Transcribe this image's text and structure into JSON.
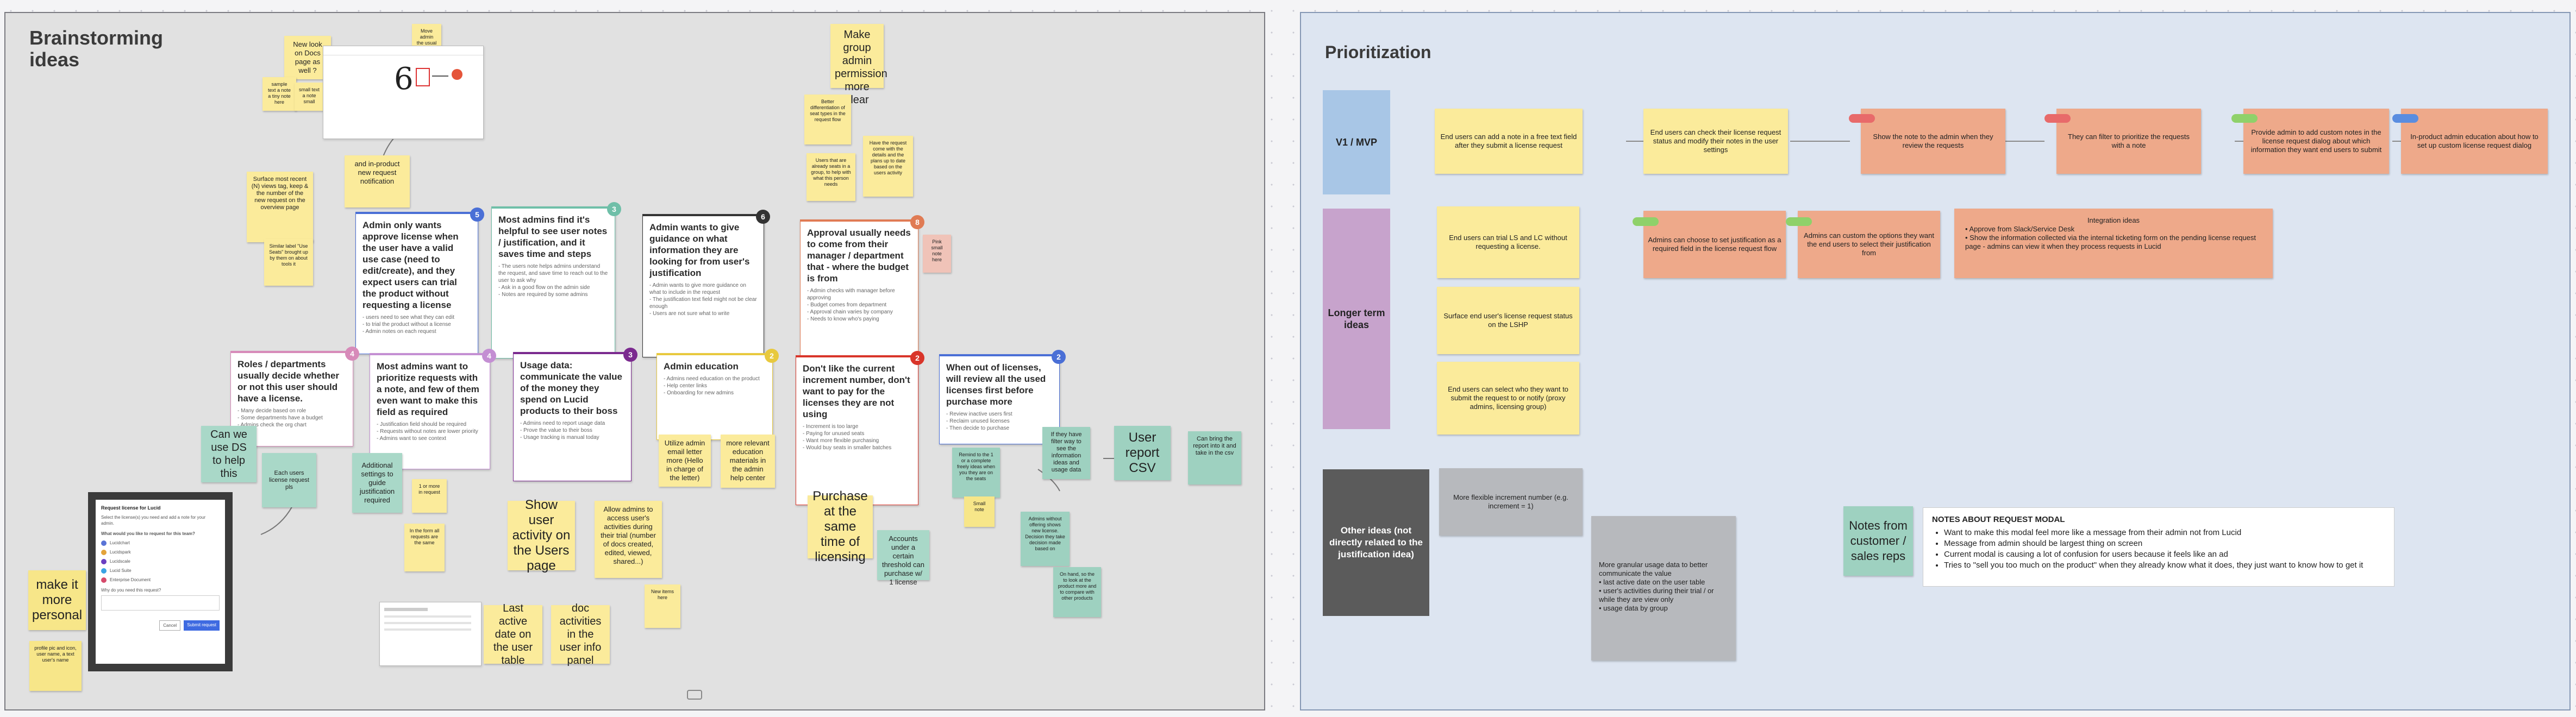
{
  "colors": {
    "orange_badge": "#e07b54",
    "blue_badge": "#4a6fd6",
    "purple_badge": "#7b2a8f",
    "dark_badge": "#333333",
    "red_badge": "#d9352a",
    "pink_badge": "#d78ab9",
    "teal_badge": "#6fbfa8",
    "yellow_badge": "#e8c93e",
    "tag_red": "#e86a6a",
    "tag_green": "#8fd16a",
    "tag_blue": "#5a8de0"
  },
  "brainstorm": {
    "title": "Brainstorming\nideas",
    "stickies": {
      "new_look": "New look on Docs page as well ?",
      "about_menu": "Move admin the usual list",
      "tiny_1": "sample text a note a tiny note here",
      "tiny_2": "small text a note small",
      "make_group": "Make group admin permission more clear",
      "mid_small_1": "Better differentiation of seat types in the request flow",
      "mid_small_2": "Users that are already seats in a group, to help with what this person needs",
      "mid_small_3": "Have the request come with the details and the plans up to date based on the users activity",
      "in_product": "and in-product new request notification",
      "surface_most": "Surface most recent (N) views tag, keep & the number of the new request on the overview page",
      "similar_text": "Similar label \"Use Seats\" brought up by them on about tools it",
      "pink_small": "Pink small note here",
      "can_we_use": "Can we use DS to help this",
      "each_users": "Each users license request pls",
      "additional": "Additional settings to guide justification required",
      "yellow_tiny_1": "1 or more in request",
      "yellow_tiny_2": "In the form all requests are the same",
      "make_personal": "make it more personal",
      "profile_pic": "profile pic and icon, user name, a text user's name",
      "show_user": "Show user activity on the Users page",
      "allow_admins": "Allow admins to access user's activities during their trial (number of docs created, edited, viewed, shared...)",
      "last_active": "Last active date on the user table",
      "doc_activities": "doc activities in the user info panel",
      "small_under": "New items here",
      "utilize": "Utilize admin email letter more (Hello in charge of the letter)",
      "more_relevant": "more relevant education materials in the admin help center",
      "purchase": "Purchase at the same time of licensing",
      "accounts_under": "Accounts under a certain threshold can purchase w/ 1 license",
      "remind_seats": "Remind to the 1 or a complete freely ideas when you they are on the seats",
      "if_they": "If they have filter way to see the information ideas and usage data",
      "user_report": "User report CSV",
      "can_bring": "Can bring the report into it and take in the csv",
      "admins_without": "Admins without offering shows new license. Decision they take decision made based on",
      "on_hand": "On hand, so the to look at the product more and to compare with other products",
      "tiny_orange": "Small note"
    },
    "cards": {
      "c5": {
        "title": "Admin only wants approve license when the user have a valid use case (need to edit/create), and they expect users can trial the product without requesting a license",
        "body": "- users need to see what they can edit\n- to trial the product without a license\n- Admin notes on each request",
        "badge": "5"
      },
      "c3": {
        "title": "Most admins find it's helpful to see user notes / justification, and it saves time and steps",
        "body": "- The users note helps admins understand the request, and save time to reach out to the user to ask why\n- Ask in a good flow on the admin side\n- Notes are required by some admins",
        "badge": "3"
      },
      "c6": {
        "title": "Admin wants to give guidance on what information they are looking for from user's justification",
        "body": "- Admin wants to give more guidance on what to include in the request\n- The justification text field might not be clear enough\n- Users are not sure what to write",
        "badge": "6"
      },
      "c8": {
        "title": "Approval usually needs to come from their manager / department that - where the budget is from",
        "body": "- Admin checks with manager before approving\n- Budget comes from department\n- Approval chain varies by company\n- Needs to know who's paying",
        "badge": "8"
      },
      "c4": {
        "title": "Roles / departments usually decide whether or not this user should have a license.",
        "body": "- Many decide based on role\n- Some departments have a budget\n- Admins check the org chart",
        "badge": "4"
      },
      "c4b": {
        "title": "Most admins want to prioritize requests with a note, and few of them even want to make this field as required",
        "body": "- Justification field should be required\n- Requests without notes are lower priority\n- Admins want to see context",
        "badge": "4"
      },
      "c3b": {
        "title": "Usage data: communicate the value of the money they spend on Lucid products to their boss",
        "body": "- Admins need to report usage data\n- Prove the value to their boss\n- Usage tracking is manual today",
        "badge": "3"
      },
      "c2": {
        "title": "Admin education",
        "body": "- Admins need education on the product\n- Help center links\n- Onboarding for new admins",
        "badge": "2"
      },
      "c2b": {
        "title": "Don't like the current increment number, don't want to pay for the licenses they are not using",
        "body": "- Increment is too large\n- Paying for unused seats\n- Want more flexible purchasing\n- Would buy seats in smaller batches",
        "badge": "2"
      },
      "c2c": {
        "title": "When out of licenses, will review all the used licenses first before purchase more",
        "body": "- Review inactive users first\n- Reclaim unused licenses\n- Then decide to purchase",
        "badge": "2"
      }
    },
    "modal": {
      "title": "Request license for Lucid",
      "intro": "Select the license(s) you need and add a note for your admin.",
      "question": "What would you like to request for this team?",
      "options": [
        "Lucidchart",
        "Lucidspark",
        "Lucidscale",
        "Lucid Suite",
        "Enterprise Document"
      ],
      "note_label": "Why do you need this request?",
      "cancel": "Cancel",
      "submit": "Submit request"
    },
    "doc_tool_text": "6"
  },
  "prioritization": {
    "title": "Prioritization",
    "rows": {
      "v1": "V1 / MVP",
      "longer": "Longer term ideas",
      "other": "Other ideas (not directly related to the justification idea)"
    },
    "v1_items": [
      "End users can add a note in a free text field after they submit a license request",
      "End users can check their license request status and modify their notes in the user settings",
      "Show the note to the admin when they review the requests",
      "They can filter to prioritize the requests with a note",
      "Provide admin to add custom notes in the license request dialog about which information they want end users to submit",
      "In-product admin education about how to set up custom license request dialog"
    ],
    "longer_items": {
      "a": "End users can trial LS and LC without requesting a license.",
      "b": "Surface end user's license request status on the LSHP",
      "c": "End users can select who they want to submit the request to or notify (proxy admins, licensing group)",
      "d": "Admins can choose to set justification as a required field in the license request flow",
      "e": "Admins can custom the options they want the end users to select their justification from",
      "integration_title": "Integration ideas",
      "integration_1": "Approve from Slack/Service Desk",
      "integration_2": "Show the information collected via the internal ticketing form on the pending license request page - admins can view it when they process requests in Lucid"
    },
    "other_items": {
      "a": "More flexible increment number (e.g. increment = 1)",
      "b": "More granular usage data to better communicate the value\n• last active date on the user table\n• user's activities during their trial / or while they are view only\n• usage data by group",
      "notes_sticky": "Notes from customer / sales reps"
    },
    "notes": {
      "title": "NOTES ABOUT REQUEST MODAL",
      "items": [
        "Want to make this modal feel more like a message from their admin not from Lucid",
        "Message from admin should be largest thing on screen",
        "Current modal is causing a lot of confusion for users because it feels like an ad",
        "Tries to \"sell you too much on the product\" when they already know what it does, they just want to know how to get it"
      ]
    }
  }
}
